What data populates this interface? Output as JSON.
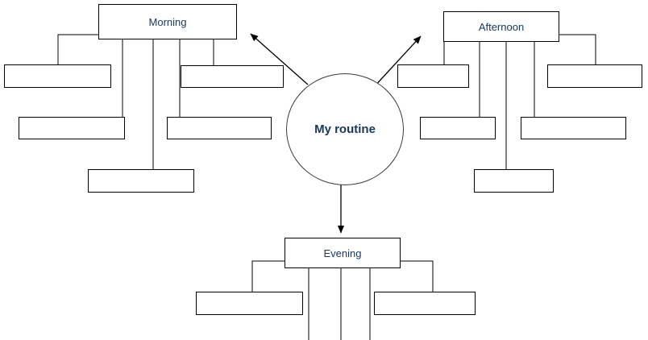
{
  "diagram": {
    "title_center": "My routine",
    "type": "mind-map",
    "branches": [
      {
        "id": "morning",
        "label": "Morning",
        "children_count": 5
      },
      {
        "id": "afternoon",
        "label": "Afternoon",
        "children_count": 5
      },
      {
        "id": "evening",
        "label": "Evening",
        "children_count": 5
      }
    ],
    "blank_boxes": {
      "morning": [
        "",
        "",
        "",
        "",
        ""
      ],
      "afternoon": [
        "",
        "",
        "",
        "",
        ""
      ],
      "evening": [
        "",
        ""
      ]
    },
    "colors": {
      "stroke": "#000000",
      "connector": "#3a3a3a",
      "text": "#17375e",
      "background": "#ffffff"
    }
  }
}
